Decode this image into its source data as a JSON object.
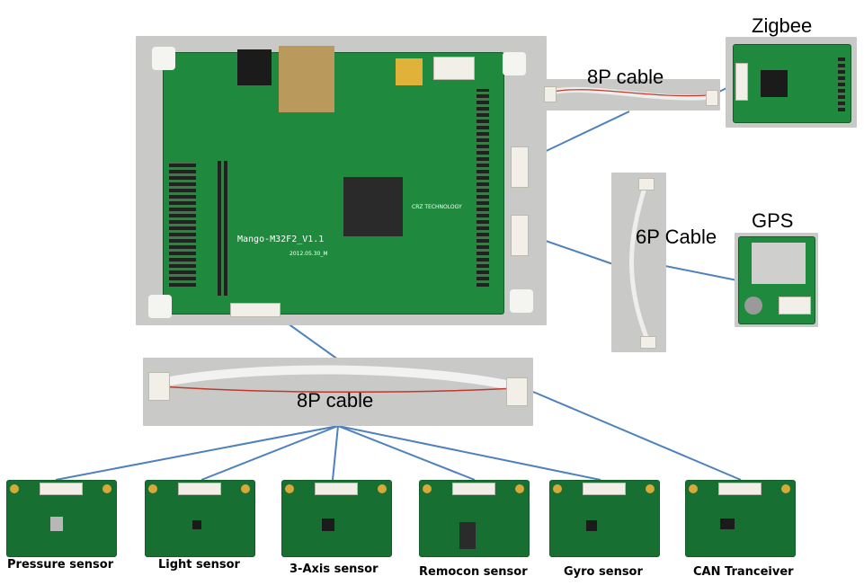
{
  "labels": {
    "zigbee": "Zigbee",
    "gps": "GPS",
    "cable_8p_top": "8P cable",
    "cable_6p": "6P Cable",
    "cable_8p_main": "8P cable"
  },
  "sensors": [
    {
      "name": "Pressure sensor"
    },
    {
      "name": "Light sensor"
    },
    {
      "name": "3-Axis sensor"
    },
    {
      "name": "Remocon sensor"
    },
    {
      "name": "Gyro sensor"
    },
    {
      "name": "CAN Tranceiver"
    }
  ],
  "board": {
    "silk_title": "Mango-M32F2_V1.1",
    "silk_brand": "CRZ TECHNOLOGY",
    "silk_date": "2012.05.30_M"
  },
  "colors": {
    "connector_line": "#4f81bd",
    "pcb_green": "#1f8a3e"
  }
}
